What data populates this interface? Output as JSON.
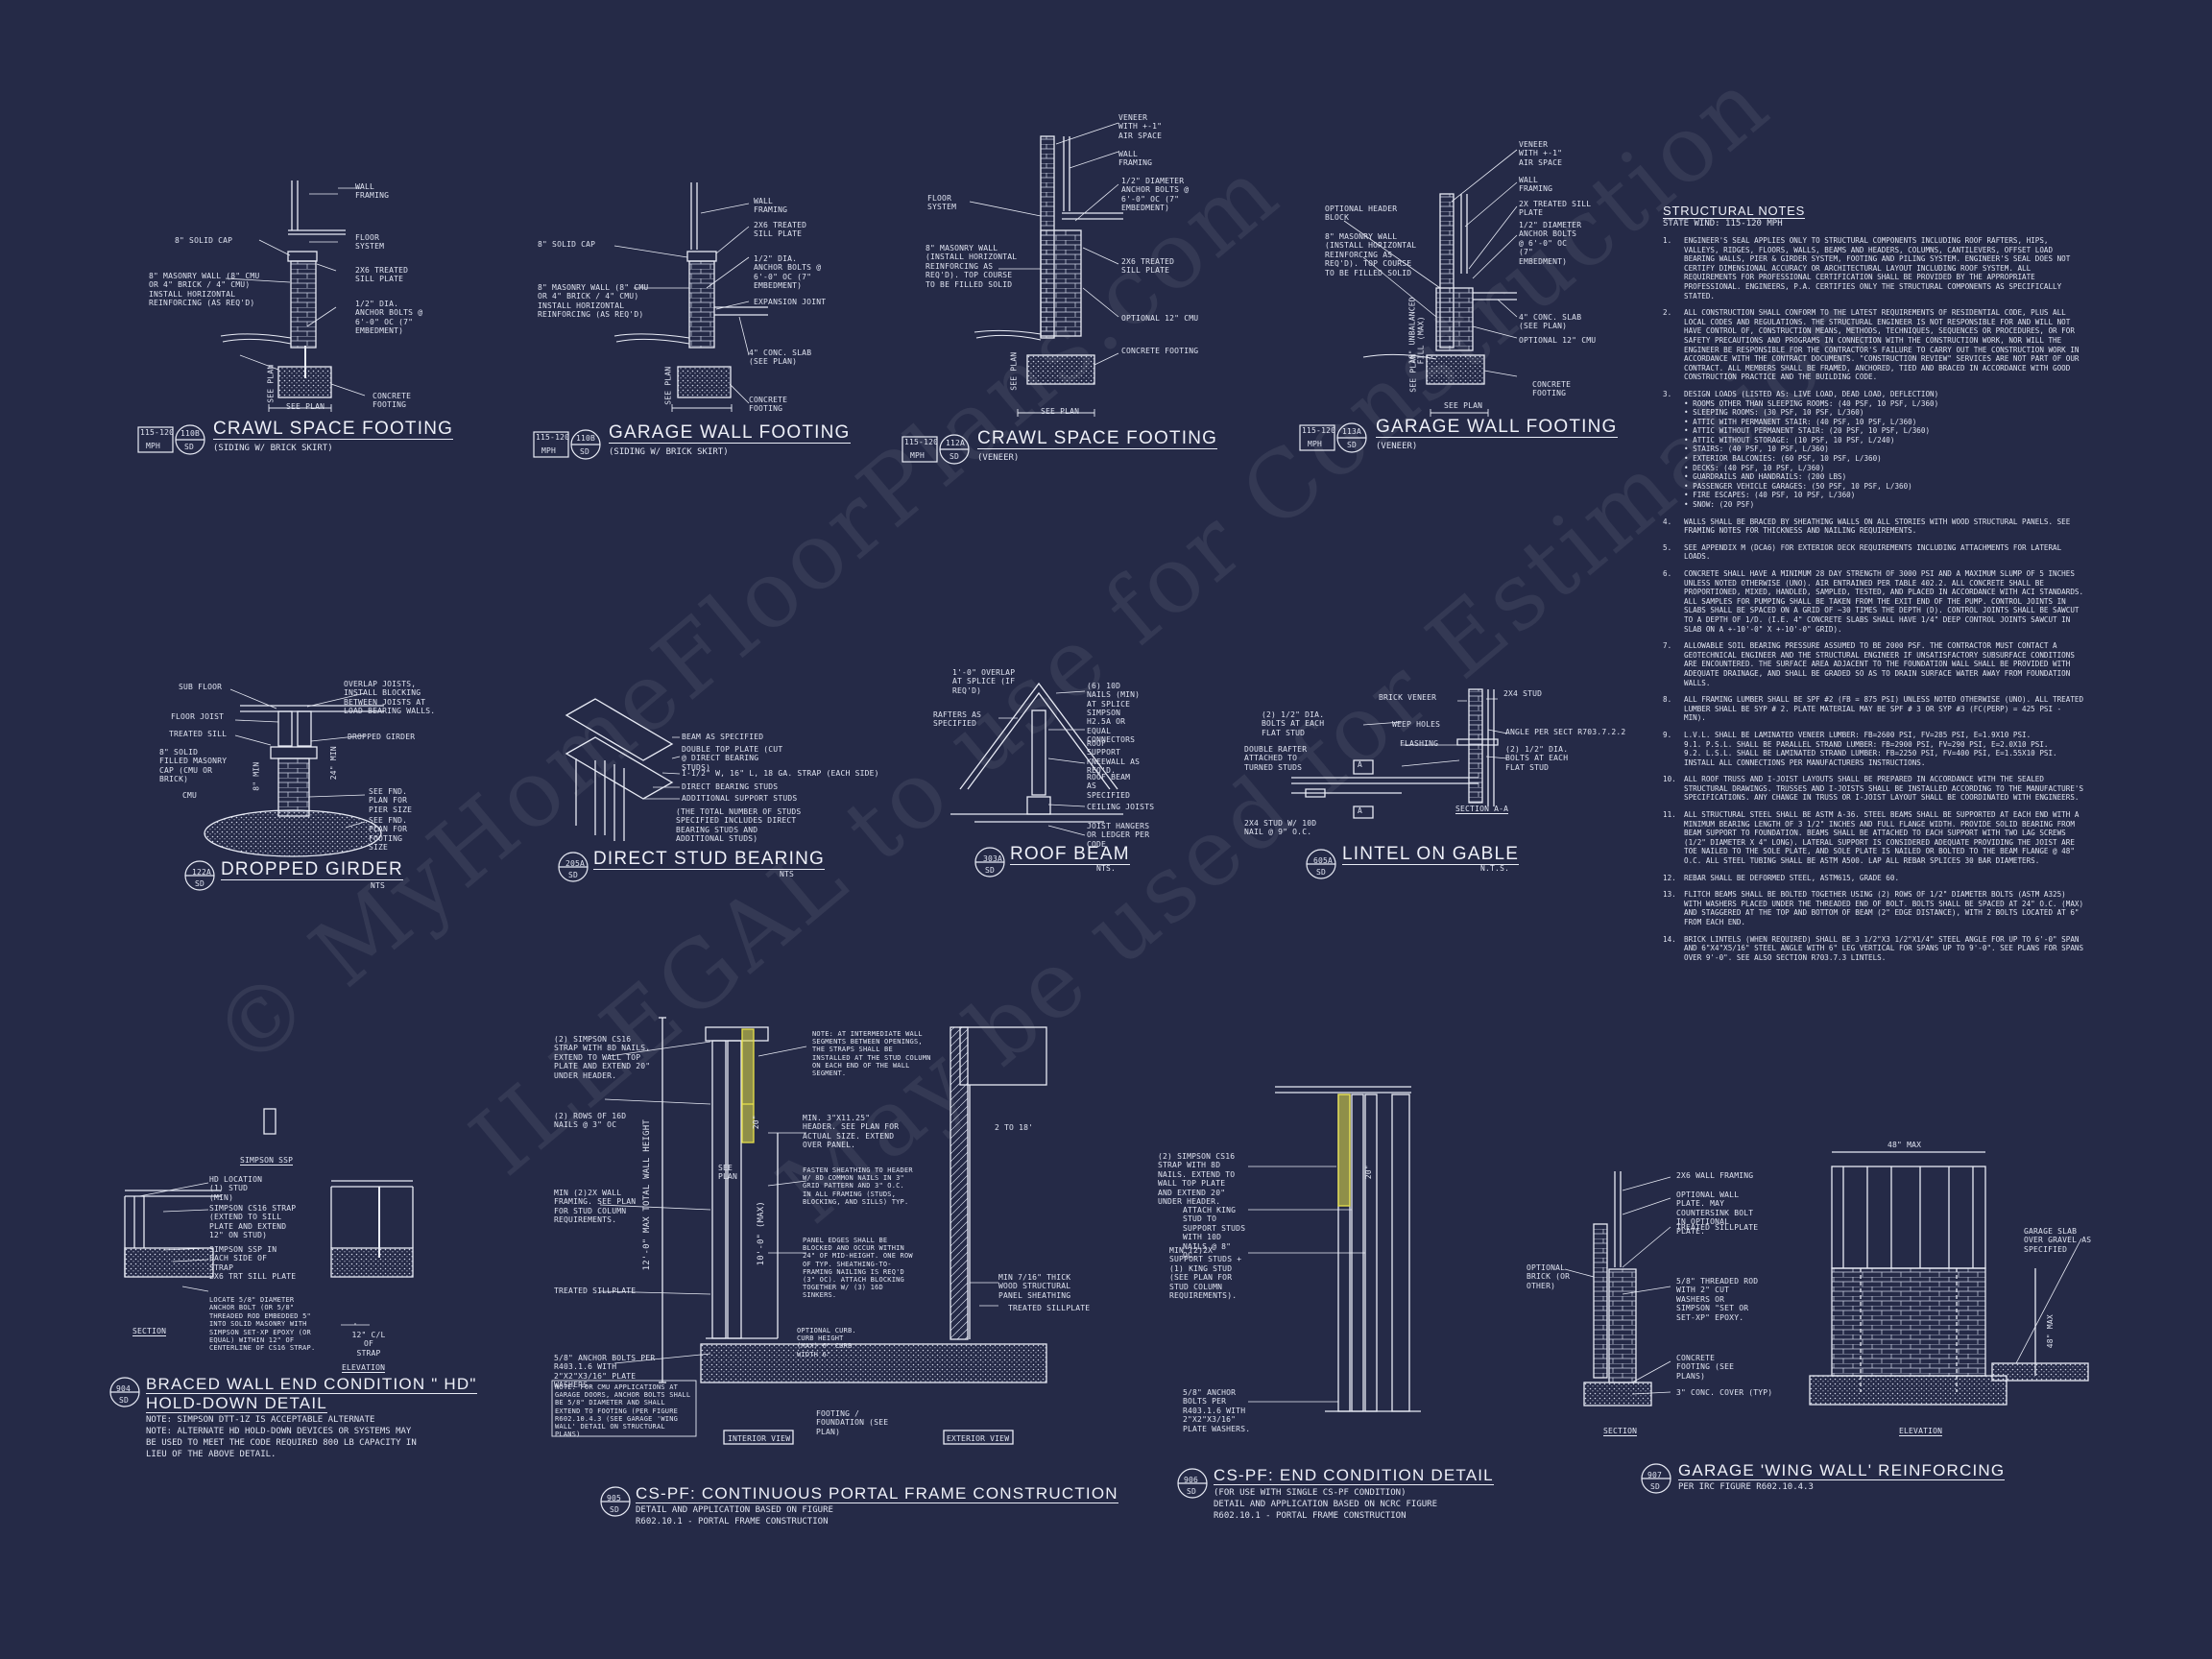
{
  "sheet": {
    "watermark_lines": [
      "© MyHomeFloorPlans.com",
      "ILLEGAL to use for Construction",
      "May be used for Estimation"
    ]
  },
  "details": {
    "d1": {
      "scale_top": "115-120",
      "scale_bottom": "MPH",
      "ref_top": "110B",
      "ref_bottom": "SD",
      "title": "CRAWL SPACE FOOTING",
      "subtitle": "(SIDING W/ BRICK SKIRT)",
      "callouts": [
        "WALL FRAMING",
        "FLOOR SYSTEM",
        "8\" SOLID CAP",
        "2x6 TREATED SILL PLATE",
        "8\" MASONRY WALL (8\" CMU OR 4\" BRICK / 4\" CMU) INSTALL HORIZONTAL REINFORCING (AS REQ'D)",
        "1/2\" DIA. ANCHOR BOLTS @ 6'-0\" OC (7\" EMBEDMENT)",
        "CONCRETE FOOTING",
        "SEE PLAN",
        "SEE PLAN"
      ]
    },
    "d2": {
      "scale_top": "115-120",
      "scale_bottom": "MPH",
      "ref_top": "110B",
      "ref_bottom": "SD",
      "title": "GARAGE WALL FOOTING",
      "subtitle": "(SIDING W/ BRICK SKIRT)",
      "callouts": [
        "WALL FRAMING",
        "2x6 TREATED SILL PLATE",
        "8\" SOLID CAP",
        "1/2\" DIA. ANCHOR BOLTS @ 6'-0\" OC (7\" EMBEDMENT)",
        "8\" MASONRY WALL (8\" CMU OR 4\" BRICK / 4\" CMU) INSTALL HORIZONTAL REINFORCING (AS REQ'D)",
        "EXPANSION JOINT",
        "4\" CONC. SLAB (SEE PLAN)",
        "CONCRETE FOOTING",
        "SEE PLAN"
      ]
    },
    "d3": {
      "scale_top": "115-120",
      "scale_bottom": "MPH",
      "ref_top": "112A",
      "ref_bottom": "SD",
      "title": "CRAWL SPACE FOOTING",
      "subtitle": "(VENEER)",
      "callouts": [
        "VENEER WITH +-1\" AIR SPACE",
        "WALL FRAMING",
        "FLOOR SYSTEM",
        "1/2\" DIAMETER ANCHOR BOLTS @ 6'-0\" OC (7\" EMBEDMENT)",
        "8\" MASONRY WALL (INSTALL HORIZONTAL REINFORCING AS REQ'D). TOP COURSE TO BE FILLED SOLID",
        "2x6 TREATED SILL PLATE",
        "OPTIONAL 12\" CMU",
        "CONCRETE FOOTING",
        "SEE PLAN",
        "SEE PLAN"
      ]
    },
    "d4": {
      "scale_top": "115-120",
      "scale_bottom": "MPH",
      "ref_top": "113A",
      "ref_bottom": "SD",
      "title": "GARAGE WALL FOOTING",
      "subtitle": "(VENEER)",
      "callouts": [
        "VENEER WITH +-1\" AIR SPACE",
        "WALL FRAMING",
        "2x TREATED SILL PLATE",
        "OPTIONAL HEADER BLOCK",
        "1/2\" DIAMETER ANCHOR BOLTS @ 6'-0\" OC (7\" EMBEDMENT)",
        "8\" MASONRY WALL (INSTALL HORIZONTAL REINFORCING AS REQ'D). TOP COURSE TO BE FILLED SOLID",
        "16\" UNBALANCED FILL (MAX)",
        "4\" CONC. SLAB (SEE PLAN)",
        "OPTIONAL 12\" CMU",
        "CONCRETE FOOTING",
        "SEE PLAN",
        "SEE PLAN"
      ]
    },
    "d5": {
      "ref_top": "122A",
      "ref_bottom": "SD",
      "title": "DROPPED GIRDER",
      "scale_note": "NTS",
      "callouts": [
        "SUB FLOOR",
        "OVERLAP JOISTS, INSTALL BLOCKING BETWEEN JOISTS AT LOAD BEARING WALLS.",
        "FLOOR JOIST",
        "TREATED SILL",
        "DROPPED GIRDER",
        "8\" SOLID FILLED MASONRY CAP (CMU OR BRICK)",
        "CMU",
        "SEE FND. PLAN FOR PIER SIZE",
        "SEE FND. PLAN FOR FOOTING SIZE",
        "24\" MIN",
        "8\" MIN"
      ]
    },
    "d6": {
      "ref_top": "205A",
      "ref_bottom": "SD",
      "title": "DIRECT STUD BEARING",
      "scale_note": "NTS",
      "callouts": [
        "BEAM AS SPECIFIED",
        "DOUBLE TOP PLATE (CUT @ DIRECT BEARING STUDS)",
        "1-1/2\" W, 16\" L, 18 GA. STRAP (EACH SIDE)",
        "DIRECT BEARING STUDS",
        "ADDITIONAL SUPPORT STUDS",
        "(THE TOTAL NUMBER OF STUDS SPECIFIED INCLUDES DIRECT BEARING STUDS AND ADDITIONAL STUDS)"
      ]
    },
    "d7": {
      "ref_top": "303A",
      "ref_bottom": "SD",
      "title": "ROOF BEAM",
      "scale_note": "NTS.",
      "callouts": [
        "1'-0\" OVERLAP AT SPLICE (IF REQ'D)",
        "(6) 10d NAILS (MIN) AT SPLICE",
        "RAFTERS AS SPECIFIED",
        "SIMPSON H2.5A OR EQUAL CONNECTORS",
        "ROOF SUPPORT KNEEWALL AS REQ'D.",
        "ROOF BEAM AS SPECIFIED",
        "CEILING JOISTS",
        "JOIST HANGERS OR LEDGER PER CODE"
      ]
    },
    "d8": {
      "ref_top": "605A",
      "ref_bottom": "SD",
      "title": "LINTEL ON GABLE",
      "scale_note": "N.T.S.",
      "callouts": [
        "BRICK VENEER",
        "2x4 STUD",
        "(2) 1/2\" DIA. BOLTS AT EACH FLAT STUD",
        "WEEP HOLES",
        "FLASHING",
        "ANGLE PER SECT R703.7.2.2",
        "(2) 1/2\" DIA. BOLTS AT EACH FLAT STUD",
        "DOUBLE RAFTER ATTACHED TO TURNED STUDS",
        "2X4 STUD W/ 10d NAIL @ 9\" O.C.",
        "SECTION A-A",
        "A",
        "A"
      ]
    },
    "d9": {
      "ref_top": "904",
      "ref_bottom": "SD",
      "title_line1": "BRACED WALL END CONDITION \" HD\"",
      "title_line2": "HOLD-DOWN DETAIL",
      "notes": [
        "NOTE: SIMPSON DTT-1Z IS ACCEPTABLE ALTERNATE",
        "NOTE: ALTERNATE HD HOLD-DOWN DEVICES OR SYSTEMS MAY",
        "BE USED TO MEET THE CODE REQUIRED 800 LB CAPACITY IN",
        "LIEU OF THE ABOVE DETAIL."
      ],
      "callouts": [
        "SIMPSON SSP",
        "HD LOCATION (1) STUD (MIN)",
        "SIMPSON CS16 STRAP (EXTEND TO SILL PLATE AND EXTEND 12\" ON STUD)",
        "SIMPSON SSP IN EACH SIDE OF STRAP",
        "2x6 TRT SILL PLATE",
        "LOCATE 5/8\" DIAMETER ANCHOR BOLT (OR 5/8\" THREADED ROD EMBEDDED 5\" INTO SOLID MASONRY WITH SIMPSON SET-XP EPOXY (OR EQUAL) WITHIN 12\" OF CENTERLINE OF CS16 STRAP.",
        "SECTION",
        "12\" C/L OF STRAP",
        "ELEVATION"
      ]
    },
    "d10": {
      "ref_top": "905",
      "ref_bottom": "SD",
      "title": "CS-PF: CONTINUOUS PORTAL FRAME CONSTRUCTION",
      "subtitle_line1": "DETAIL AND APPLICATION BASED ON FIGURE",
      "subtitle_line2": "R602.10.1 - PORTAL FRAME CONSTRUCTION",
      "callouts": [
        "(2) SIMPSON CS16 STRAP WITH 8d NAILS. EXTEND TO WALL TOP PLATE AND EXTEND 20\" UNDER HEADER.",
        "(2) ROWS OF 16d NAILS @ 3\" OC",
        "MIN (2)2X WALL FRAMING. SEE PLAN FOR STUD COLUMN REQUIREMENTS.",
        "TREATED SILLPLATE",
        "5/8\" ANCHOR BOLTS PER R403.1.6 WITH 2\"x2\"x3/16\" PLATE WASHERS.",
        "NOTE: FOR CMU APPLICATIONS AT GARAGE DOORS, ANCHOR BOLTS SHALL BE 5/8\" DIAMETER AND SHALL EXTEND TO FOOTING (PER FIGURE R602.10.4.3 (SEE GARAGE 'WING WALL' DETAIL ON STRUCTURAL PLANS)",
        "NOTE: AT INTERMEDIATE WALL SEGMENTS BETWEEN OPENINGS, THE STRAPS SHALL BE INSTALLED AT THE STUD COLUMN ON EACH END OF THE WALL SEGMENT.",
        "MIN. 3\"x11.25\" HEADER. SEE PLAN FOR ACTUAL SIZE. EXTEND OVER PANEL.",
        "FASTEN SHEATHING TO HEADER W/ 8d COMMON NAILS IN 3\" GRID PATTERN AND 3\" O.C. IN ALL FRAMING (STUDS, BLOCKING, AND SILLS) TYP.",
        "PANEL EDGES SHALL BE BLOCKED AND OCCUR WITHIN 24\" OF MID-HEIGHT. ONE ROW OF TYP. SHEATHING-TO-FRAMING NAILING IS REQ'D (3\" OC). ATTACH BLOCKING TOGETHER W/ (3) 16d SINKERS.",
        "MIN 7/16\" THICK WOOD STRUCTURAL PANEL SHEATHING",
        "TREATED SILLPLATE",
        "OPTIONAL CURB. CURB HEIGHT (MAX) 6\" CURB WIDTH 6\"",
        "FOOTING / FOUNDATION (SEE PLAN)",
        "12'-0\" MAX TOTAL WALL HEIGHT",
        "10'-0\" (MAX)",
        "SEE PLAN",
        "20\"",
        "2 TO 18'",
        "INTERIOR VIEW",
        "EXTERIOR VIEW"
      ]
    },
    "d11": {
      "ref_top": "906",
      "ref_bottom": "SD",
      "title": "CS-PF: END CONDITION DETAIL",
      "subtitle_line1": "(FOR USE WITH SINGLE CS-PF CONDITION)",
      "subtitle_line2": "DETAIL AND APPLICATION BASED ON NCRC FIGURE",
      "subtitle_line3": "R602.10.1 - PORTAL FRAME CONSTRUCTION",
      "callouts": [
        "(2) SIMPSON CS16 STRAP WITH 8d NAILS. EXTEND TO WALL TOP PLATE AND EXTEND 20\" UNDER HEADER.",
        "ATTACH KING STUD TO SUPPORT STUDS WITH 10d NAILS @ 8\" OC.",
        "MIN (2)2X SUPPORT STUDS + (1) KING STUD (SEE PLAN FOR STUD COLUMN REQUIREMENTS).",
        "5/8\" ANCHOR BOLTS PER R403.1.6 WITH 2\"x2\"x3/16\" PLATE WASHERS.",
        "20\""
      ]
    },
    "d12": {
      "ref_top": "907",
      "ref_bottom": "SD",
      "title": "GARAGE 'WING WALL' REINFORCING",
      "subtitle": "PER IRC FIGURE R602.10.4.3",
      "callouts": [
        "2x6 WALL FRAMING",
        "OPTIONAL WALL PLATE. MAY COUNTERSINK BOLT IN OPTIONAL PLATE.",
        "TREATED SILLPLATE",
        "OPTIONAL BRICK (OR OTHER)",
        "5/8\" THREADED ROD WITH 2\" CUT WASHERS OR SIMPSON \"SET OR SET-XP\" EPOXY.",
        "CONCRETE FOOTING (SEE PLANS)",
        "3\" CONC. COVER (TYP)",
        "48\" MAX",
        "GARAGE SLAB OVER GRAVEL AS SPECIFIED",
        "48\" MAX",
        "SECTION",
        "ELEVATION"
      ]
    }
  },
  "structural_notes": {
    "heading": "STRUCTURAL NOTES",
    "state": "STATE Wind: 115-120 mph",
    "items": [
      {
        "num": "1.",
        "text": "ENGINEER'S SEAL APPLIES ONLY TO STRUCTURAL COMPONENTS INCLUDING ROOF RAFTERS, HIPS, VALLEYS, RIDGES, FLOORS, WALLS, BEAMS AND HEADERS, COLUMNS, CANTILEVERS, OFFSET LOAD BEARING WALLS, PIER & GIRDER SYSTEM, FOOTING AND PILING SYSTEM. ENGINEER'S SEAL DOES NOT CERTIFY DIMENSIONAL ACCURACY OR ARCHITECTURAL LAYOUT INCLUDING ROOF SYSTEM. ALL REQUIREMENTS FOR PROFESSIONAL CERTIFICATION SHALL BE PROVIDED BY THE APPROPRIATE PROFESSIONAL. ENGINEERS, P.A. CERTIFIES ONLY THE STRUCTURAL COMPONENTS AS SPECIFICALLY STATED."
      },
      {
        "num": "2.",
        "text": "ALL CONSTRUCTION SHALL CONFORM TO THE LATEST REQUIREMENTS OF RESIDENTIAL CODE, PLUS ALL LOCAL CODES AND REGULATIONS. THE STRUCTURAL ENGINEER IS NOT RESPONSIBLE FOR AND WILL NOT HAVE CONTROL OF, CONSTRUCTION MEANS, METHODS, TECHNIQUES, SEQUENCES OR PROCEDURES, OR FOR SAFETY PRECAUTIONS AND PROGRAMS IN CONNECTION WITH THE CONSTRUCTION WORK, NOR WILL THE ENGINEER BE RESPONSIBLE FOR THE CONTRACTOR'S FAILURE TO CARRY OUT THE CONSTRUCTION WORK IN ACCORDANCE WITH THE CONTRACT DOCUMENTS. \"CONSTRUCTION REVIEW\" SERVICES ARE NOT PART OF OUR CONTRACT. ALL MEMBERS SHALL BE FRAMED, ANCHORED, TIED AND BRACED IN ACCORDANCE WITH GOOD CONSTRUCTION PRACTICE AND THE BUILDING CODE."
      },
      {
        "num": "3.",
        "text": "DESIGN LOADS (LISTED AS: LIVE LOAD, DEAD LOAD, DEFLECTION)\n• ROOMS OTHER THAN SLEEPING ROOMS: (40 PSF, 10 PSF, L/360)\n• SLEEPING ROOMS: (30 PSF, 10 PSF, L/360)\n• ATTIC WITH PERMANENT STAIR: (40 PSF, 10 PSF, L/360)\n• ATTIC WITHOUT PERMANENT STAIR: (20 PSF, 10 PSF, L/360)\n• ATTIC WITHOUT STORAGE: (10 PSF, 10 PSF, L/240)\n• STAIRS: (40 PSF, 10 PSF, L/360)\n• EXTERIOR BALCONIES: (60 PSF, 10 PSF, L/360)\n• DECKS: (40 PSF, 10 PSF, L/360)\n• GUARDRAILS AND HANDRAILS: (200 LBS)\n• PASSENGER VEHICLE GARAGES: (50 PSF, 10 PSF, L/360)\n• FIRE ESCAPES: (40 PSF, 10 PSF, L/360)\n• SNOW: (20 PSF)"
      },
      {
        "num": "4.",
        "text": "WALLS SHALL BE BRACED BY SHEATHING WALLS ON ALL STORIES WITH WOOD STRUCTURAL PANELS. SEE FRAMING NOTES FOR THICKNESS AND NAILING REQUIREMENTS."
      },
      {
        "num": "5.",
        "text": "SEE APPENDIX M (DCA6) FOR EXTERIOR DECK REQUIREMENTS INCLUDING ATTACHMENTS FOR LATERAL LOADS."
      },
      {
        "num": "6.",
        "text": "CONCRETE SHALL HAVE A MINIMUM 28 DAY STRENGTH OF 3000 PSI AND A MAXIMUM SLUMP OF 5 INCHES UNLESS NOTED OTHERWISE (UNO). AIR ENTRAINED PER TABLE 402.2. ALL CONCRETE SHALL BE PROPORTIONED, MIXED, HANDLED, SAMPLED, TESTED, AND PLACED IN ACCORDANCE WITH ACI STANDARDS. ALL SAMPLES FOR PUMPING SHALL BE TAKEN FROM THE EXIT END OF THE PUMP. CONTROL JOINTS IN SLABS SHALL BE SPACED ON A GRID OF ~30 TIMES THE DEPTH (D). CONTROL JOINTS SHALL BE SAWCUT TO A DEPTH OF 1/D. (I.E. 4\" CONCRETE SLABS SHALL HAVE 1/4\" DEEP CONTROL JOINTS SAWCUT IN SLAB ON A +-10'-0\" x +-10'-0\" GRID)."
      },
      {
        "num": "7.",
        "text": "ALLOWABLE SOIL BEARING PRESSURE ASSUMED TO BE 2000 PSF. THE CONTRACTOR MUST CONTACT A GEOTECHNICAL ENGINEER AND THE STRUCTURAL ENGINEER IF UNSATISFACTORY SUBSURFACE CONDITIONS ARE ENCOUNTERED. THE SURFACE AREA ADJACENT TO THE FOUNDATION WALL SHALL BE PROVIDED WITH ADEQUATE DRAINAGE, AND SHALL BE GRADED SO AS TO DRAIN SURFACE WATER AWAY FROM FOUNDATION WALLS."
      },
      {
        "num": "8.",
        "text": "ALL FRAMING LUMBER SHALL BE SPF #2 (Fb = 875 PSI) UNLESS NOTED OTHERWISE (UNO). ALL TREATED LUMBER SHALL BE SYP # 2. PLATE MATERIAL MAY BE SPF # 3 OR SYP #3 (Fc(perp) = 425 PSI - MIN)."
      },
      {
        "num": "9.",
        "text": "L.V.L. SHALL BE LAMINATED VENEER LUMBER: Fb=2600 PSI, Fv=285 PSI, E=1.9x10 PSI.\n9.1.  P.S.L. SHALL BE PARALLEL STRAND LUMBER: Fb=2900 PSI, Fv=290 PSI, E=2.0x10 PSI.\n9.2.  L.S.L. SHALL BE LAMINATED STRAND LUMBER: Fb=2250 PSI, Fv=400 PSI, E=1.55x10 PSI.\n      INSTALL ALL CONNECTIONS PER MANUFACTURERS INSTRUCTIONS."
      },
      {
        "num": "10.",
        "text": "ALL ROOF TRUSS AND I-JOIST LAYOUTS SHALL BE PREPARED IN ACCORDANCE WITH THE SEALED STRUCTURAL DRAWINGS. TRUSSES AND I-JOISTS SHALL BE INSTALLED ACCORDING TO THE MANUFACTURE'S SPECIFICATIONS. ANY CHANGE IN TRUSS OR I-JOIST LAYOUT SHALL BE COORDINATED WITH ENGINEERS."
      },
      {
        "num": "11.",
        "text": "ALL STRUCTURAL STEEL SHALL BE ASTM A-36. STEEL BEAMS SHALL BE SUPPORTED AT EACH END WITH A MINIMUM BEARING LENGTH OF 3 1/2\" INCHES AND FULL FLANGE WIDTH. PROVIDE SOLID BEARING FROM BEAM SUPPORT TO FOUNDATION. BEAMS SHALL BE ATTACHED TO EACH SUPPORT WITH TWO LAG SCREWS (1/2\" DIAMETER x 4\" LONG). LATERAL SUPPORT IS CONSIDERED ADEQUATE PROVIDING THE JOIST ARE TOE NAILED TO THE SOLE PLATE, AND SOLE PLATE IS NAILED OR BOLTED TO THE BEAM FLANGE @ 48\" O.C. ALL STEEL TUBING SHALL BE ASTM A500. LAP ALL REBAR SPLICES 30 BAR DIAMETERS."
      },
      {
        "num": "12.",
        "text": "REBAR SHALL BE DEFORMED STEEL, ASTM615, GRADE 60."
      },
      {
        "num": "13.",
        "text": "FLITCH BEAMS SHALL BE BOLTED TOGETHER USING (2) ROWS OF 1/2\" DIAMETER BOLTS (ASTM A325) WITH WASHERS PLACED UNDER THE THREADED END OF BOLT. BOLTS SHALL BE SPACED AT 24\" O.C. (MAX) AND STAGGERED AT THE TOP AND BOTTOM OF BEAM (2\" EDGE DISTANCE), WITH 2 BOLTS LOCATED AT 6\" FROM EACH END."
      },
      {
        "num": "14.",
        "text": "BRICK LINTELS (WHEN REQUIRED) SHALL BE 3 1/2\"x3 1/2\"x1/4\" STEEL ANGLE FOR UP TO 6'-0\" SPAN AND 6\"x4\"x5/16\" STEEL ANGLE WITH 6\" LEG VERTICAL FOR SPANS UP TO 9'-0\". SEE PLANS FOR SPANS OVER 9'-0\". SEE ALSO SECTION R703.7.3 LINTELS."
      }
    ]
  },
  "colors": {
    "background": "#252a47",
    "linework": "#e8ebf5",
    "highlight": "#e8e14a"
  }
}
